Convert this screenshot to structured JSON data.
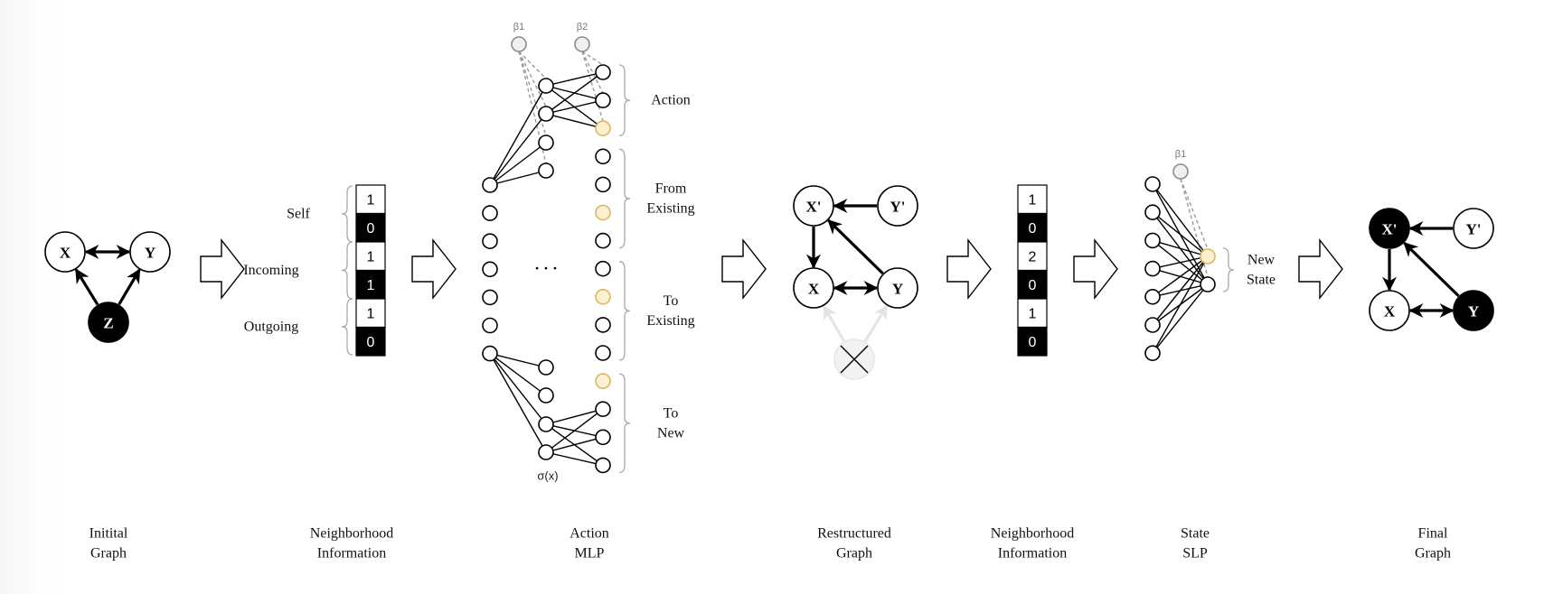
{
  "diagram": {
    "initial_graph": {
      "caption": [
        "Initital",
        "Graph"
      ],
      "nodes": [
        {
          "id": "X",
          "label": "X",
          "filled": false
        },
        {
          "id": "Y",
          "label": "Y",
          "filled": false
        },
        {
          "id": "Z",
          "label": "Z",
          "filled": true
        }
      ],
      "edges": [
        {
          "from": "X",
          "to": "Y",
          "type": "bidirectional"
        },
        {
          "from": "Z",
          "to": "X",
          "type": "directed"
        },
        {
          "from": "Z",
          "to": "Y",
          "type": "directed"
        }
      ]
    },
    "neighborhood_1": {
      "caption": [
        "Neighborhood",
        "Information"
      ],
      "groups": [
        "Self",
        "Incoming",
        "Outgoing"
      ],
      "cells": [
        "1",
        "0",
        "1",
        "1",
        "1",
        "0"
      ]
    },
    "action_mlp": {
      "caption": [
        "Action",
        "MLP"
      ],
      "bias_labels": [
        "β1",
        "β2"
      ],
      "activation_label": "σ(x)",
      "ellipsis": "· · ·",
      "output_groups": [
        "Action",
        [
          "From",
          "Existing"
        ],
        [
          "To",
          "Existing"
        ],
        [
          "To",
          "New"
        ]
      ],
      "input_count": 7,
      "output_count": 15,
      "highlighted_outputs": [
        2,
        5,
        8,
        11
      ],
      "highlight_color": "#fdf0d0"
    },
    "restructured_graph": {
      "caption": [
        "Restructured",
        "Graph"
      ],
      "nodes": [
        {
          "id": "Xp",
          "label": "X'",
          "filled": false
        },
        {
          "id": "Yp",
          "label": "Y'",
          "filled": false
        },
        {
          "id": "X",
          "label": "X",
          "filled": false
        },
        {
          "id": "Y",
          "label": "Y",
          "filled": false
        },
        {
          "id": "Z",
          "label": "",
          "removed": true
        }
      ],
      "edges": [
        {
          "from": "Yp",
          "to": "Xp",
          "type": "directed"
        },
        {
          "from": "Xp",
          "to": "X",
          "type": "directed"
        },
        {
          "from": "Y",
          "to": "Xp",
          "type": "directed"
        },
        {
          "from": "X",
          "to": "Y",
          "type": "bidirectional"
        },
        {
          "from": "Z",
          "to": "X",
          "type": "removed"
        },
        {
          "from": "Z",
          "to": "Y",
          "type": "removed"
        }
      ]
    },
    "neighborhood_2": {
      "caption": [
        "Neighborhood",
        "Information"
      ],
      "cells": [
        "1",
        "0",
        "2",
        "0",
        "1",
        "0"
      ]
    },
    "state_slp": {
      "caption": [
        "State",
        "SLP"
      ],
      "bias_label": "β1",
      "output_label": [
        "New",
        "State"
      ],
      "input_count": 7,
      "output_count": 2,
      "highlighted_outputs": [
        0
      ]
    },
    "final_graph": {
      "caption": [
        "Final",
        "Graph"
      ],
      "nodes": [
        {
          "id": "Xp",
          "label": "X'",
          "filled": true
        },
        {
          "id": "Yp",
          "label": "Y'",
          "filled": false
        },
        {
          "id": "X",
          "label": "X",
          "filled": false
        },
        {
          "id": "Y",
          "label": "Y",
          "filled": true
        }
      ],
      "edges": [
        {
          "from": "Yp",
          "to": "Xp",
          "type": "directed"
        },
        {
          "from": "Xp",
          "to": "X",
          "type": "directed"
        },
        {
          "from": "Y",
          "to": "Xp",
          "type": "directed"
        },
        {
          "from": "X",
          "to": "Y",
          "type": "bidirectional"
        }
      ]
    },
    "stage_arrows": 6
  }
}
